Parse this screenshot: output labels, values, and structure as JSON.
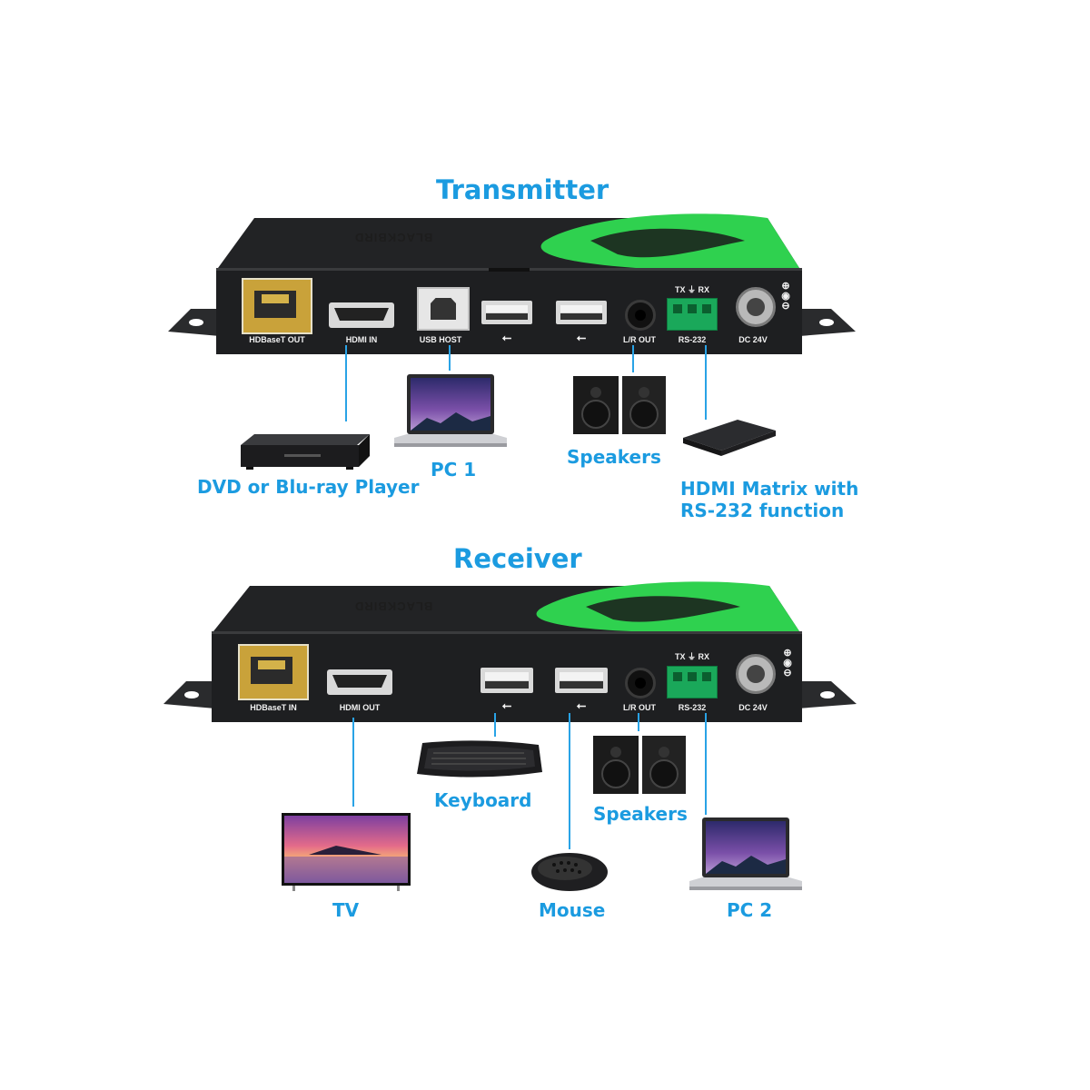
{
  "colors": {
    "accent_blue": "#1b9be0",
    "device_body": "#1e1f21",
    "device_green": "#2fd14f"
  },
  "transmitter": {
    "title": "Transmitter",
    "brand": "BLACKBIRD",
    "ports": {
      "hdbaset": "HDBaseT OUT",
      "hdmi": "HDMI IN",
      "usb_host": "USB HOST",
      "usb_symbol": "⭠",
      "audio": "L/R OUT",
      "rs232": "RS-232",
      "rs232_pins": "TX ⏚ RX",
      "dc": "DC 24V"
    },
    "devices": {
      "dvd": "DVD or Blu-ray Player",
      "pc": "PC 1",
      "speakers": "Speakers",
      "matrix_line1": "HDMI Matrix with",
      "matrix_line2": "RS-232 function"
    }
  },
  "receiver": {
    "title": "Receiver",
    "brand": "BLACKBIRD",
    "ports": {
      "hdbaset": "HDBaseT IN",
      "hdmi": "HDMI OUT",
      "audio": "L/R OUT",
      "rs232": "RS-232",
      "rs232_pins": "TX ⏚ RX",
      "dc": "DC 24V"
    },
    "devices": {
      "keyboard": "Keyboard",
      "speakers": "Speakers",
      "tv": "TV",
      "mouse": "Mouse",
      "pc": "PC 2"
    }
  }
}
